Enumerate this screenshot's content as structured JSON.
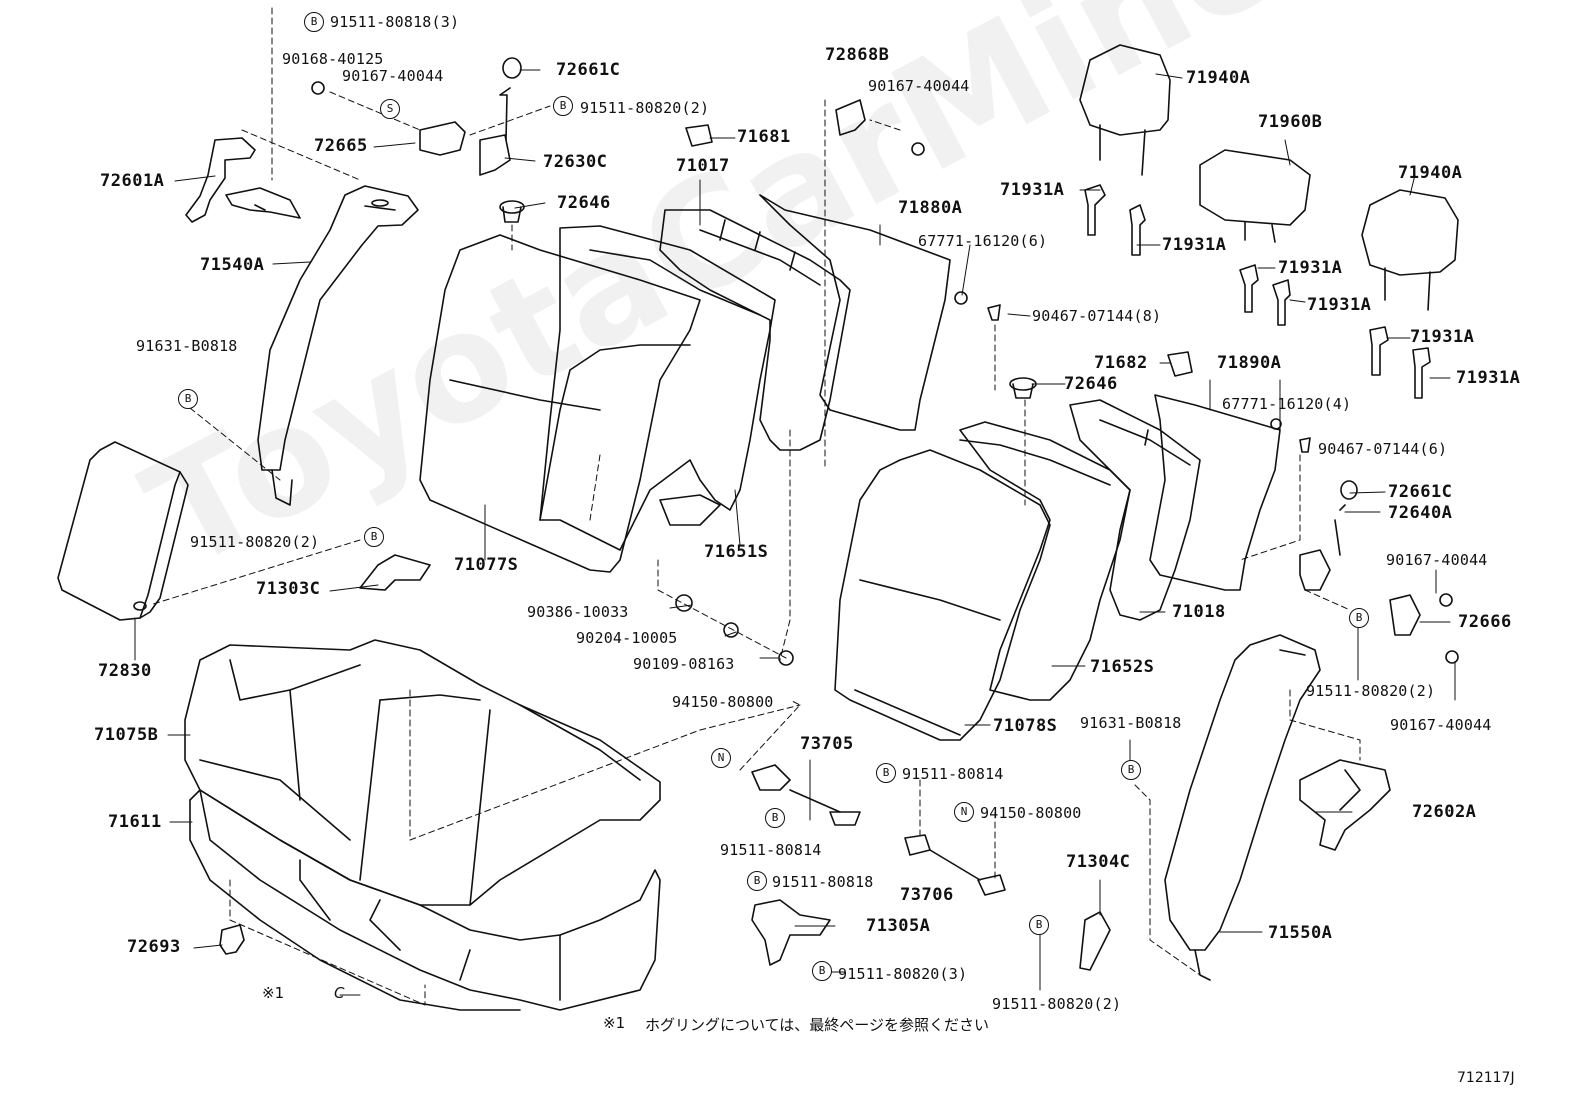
{
  "watermark": "ToyotaCarMine.ru",
  "diagram_code": "712117J",
  "note": {
    "mark": "※1",
    "text": "ホグリングについては、最終ページを参照ください",
    "ref_label": "※1",
    "ref_letter": "C"
  },
  "markers": {
    "b": "B",
    "s": "S",
    "n": "N"
  },
  "parts": {
    "p_91511_80818_3": "91511-80818(3)",
    "p_90168_40125": "90168-40125",
    "p_90167_40044_a": "90167-40044",
    "p_72661c_a": "72661C",
    "p_91511_80820_2_a": "91511-80820(2)",
    "p_72665": "72665",
    "p_72630c": "72630C",
    "p_72601a": "72601A",
    "p_72646_a": "72646",
    "p_71540a": "71540A",
    "p_91631_b0818_a": "91631-B0818",
    "p_91511_80820_2_b": "91511-80820(2)",
    "p_71303c": "71303C",
    "p_72830": "72830",
    "p_71075b": "71075B",
    "p_71611": "71611",
    "p_72693": "72693",
    "p_72868b": "72868B",
    "p_90167_40044_b": "90167-40044",
    "p_71681": "71681",
    "p_71017": "71017",
    "p_71880a": "71880A",
    "p_67771_16120_6": "67771-16120(6)",
    "p_90467_07144_8": "90467-07144(8)",
    "p_71077s": "71077S",
    "p_71651s": "71651S",
    "p_90386_10033": "90386-10033",
    "p_90204_10005": "90204-10005",
    "p_90109_08163": "90109-08163",
    "p_94150_80800_a": "94150-80800",
    "p_73705": "73705",
    "p_91511_80814_a": "91511-80814",
    "p_91511_80818": "91511-80818",
    "p_71305a": "71305A",
    "p_91511_80820_3": "91511-80820(3)",
    "p_91511_80814_b": "91511-80814",
    "p_94150_80800_b": "94150-80800",
    "p_73706": "73706",
    "p_71304c": "71304C",
    "p_91511_80820_2_c": "91511-80820(2)",
    "p_71940a_a": "71940A",
    "p_71960b": "71960B",
    "p_71940a_b": "71940A",
    "p_71931a_1": "71931A",
    "p_71931a_2": "71931A",
    "p_71931a_3": "71931A",
    "p_71931a_4": "71931A",
    "p_71931a_5": "71931A",
    "p_71931a_6": "71931A",
    "p_71682": "71682",
    "p_72646_b": "72646",
    "p_71890a": "71890A",
    "p_67771_16120_4": "67771-16120(4)",
    "p_90467_07144_6": "90467-07144(6)",
    "p_72661c_b": "72661C",
    "p_72640a": "72640A",
    "p_90167_40044_c": "90167-40044",
    "p_72666": "72666",
    "p_91511_80820_2_d": "91511-80820(2)",
    "p_90167_40044_d": "90167-40044",
    "p_71018": "71018",
    "p_71652s": "71652S",
    "p_71078s": "71078S",
    "p_91631_b0818_b": "91631-B0818",
    "p_72602a": "72602A",
    "p_71550a": "71550A"
  }
}
